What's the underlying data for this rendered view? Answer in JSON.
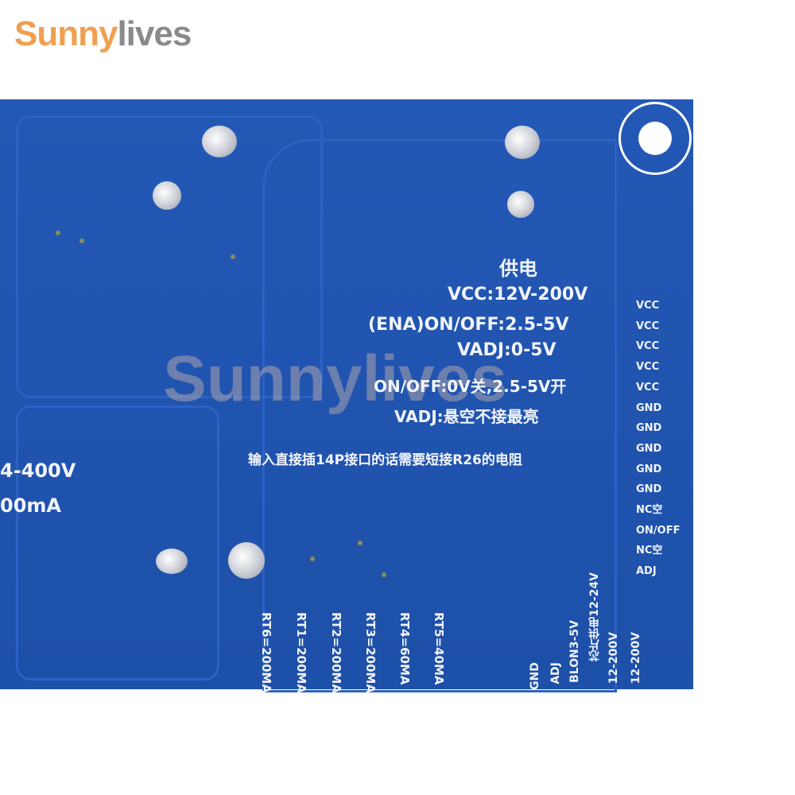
{
  "logo": {
    "part1": "Sunny",
    "part2": "lives"
  },
  "watermark": "Sunnylives",
  "board": {
    "color": "#1f55b0",
    "title": "供电",
    "lines": [
      "VCC:12V-200V",
      "(ENA)ON/OFF:2.5-5V",
      "VADJ:0-5V",
      "ON/OFF:0V关,2.5-5V开",
      "VADJ:悬空不接最亮"
    ],
    "note": "输入直接插14P接口的话需要短接R26的电阻",
    "left_text": [
      "4-400V",
      "00mA"
    ],
    "pins": [
      "VCC",
      "VCC",
      "VCC",
      "VCC",
      "VCC",
      "GND",
      "GND",
      "GND",
      "GND",
      "GND",
      "NC空",
      "ON/OFF",
      "NC空",
      "ADJ"
    ],
    "rt_labels": [
      "RT6=200MA",
      "RT1=200MA",
      "RT2=200MA",
      "RT3=200MA",
      "RT4=60MA",
      "RT5=40MA"
    ],
    "bottom_labels": [
      "GND",
      "ADJ",
      "BLON3-5V",
      "芯片供电12-24V",
      "12-200V",
      "12-200V"
    ]
  }
}
